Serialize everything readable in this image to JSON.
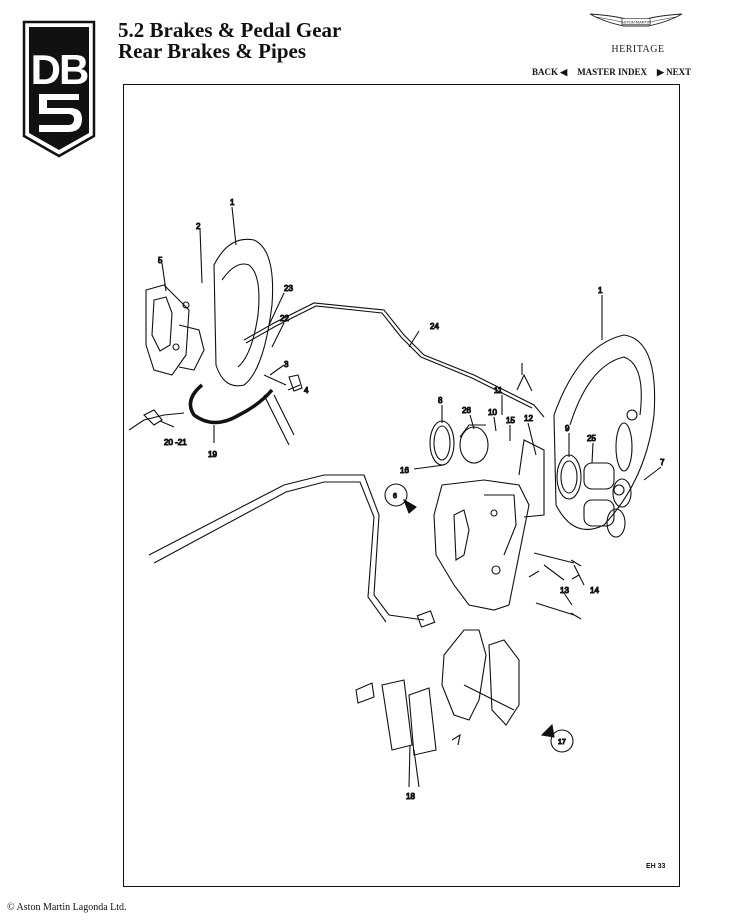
{
  "header": {
    "title_line1": "5.2 Brakes & Pedal Gear",
    "title_line2": "Rear Brakes & Pipes",
    "logo_text": "DB5",
    "brand_wings_text": "ASTON MARTIN",
    "brand_subtitle": "HERITAGE"
  },
  "nav": {
    "back": "BACK ◀",
    "index": "MASTER INDEX",
    "next": "▶ NEXT"
  },
  "diagram": {
    "plate_id": "EH 33",
    "callouts": {
      "c1a": "1",
      "c2": "2",
      "c5": "5",
      "c23": "23",
      "c22": "22",
      "c3": "3",
      "c4": "4",
      "c24": "24",
      "c2021": "20 -21",
      "c19": "19",
      "c1b": "1",
      "c11": "11",
      "c8": "8",
      "c26": "26",
      "c10": "10",
      "c15": "15",
      "c12": "12",
      "c9": "9",
      "c25": "25",
      "c7": "7",
      "c16": "16",
      "c6": "6",
      "c13": "13",
      "c14": "14",
      "c18": "18",
      "c17": "17"
    }
  },
  "footer": {
    "copyright": "© Aston Martin Lagonda Ltd."
  }
}
